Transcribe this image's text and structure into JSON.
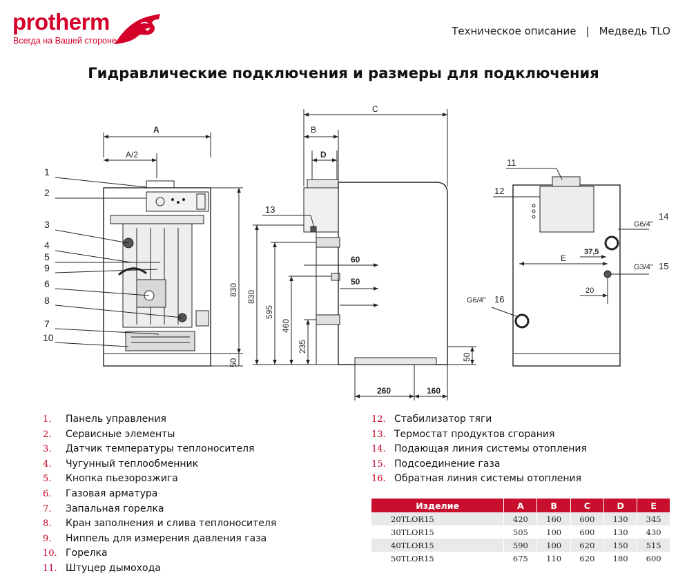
{
  "header": {
    "brand": "protherm",
    "tagline": "Всегда на Вашей стороне",
    "doc_type": "Техническое описание",
    "separator": "|",
    "product": "Медведь TLO"
  },
  "title": "Гидравлические подключения и размеры для подключения",
  "drawing": {
    "front": {
      "dim_A": "A",
      "dim_A2": "A/2",
      "dim_830": "830",
      "dim_50": "50",
      "callouts": [
        "1",
        "2",
        "3",
        "4",
        "5",
        "9",
        "6",
        "8",
        "7",
        "10"
      ]
    },
    "side": {
      "dim_C": "C",
      "dim_B": "B",
      "dim_D": "D",
      "dim_830": "830",
      "dim_595": "595",
      "dim_460": "460",
      "dim_235": "235",
      "dim_60": "60",
      "dim_50a": "50",
      "dim_50b": "50",
      "dim_260": "260",
      "dim_160": "160",
      "callout_13": "13"
    },
    "rear": {
      "callout_11": "11",
      "callout_12": "12",
      "callout_14": "14",
      "callout_15": "15",
      "callout_16": "16",
      "g64_top": "G6/4\"",
      "g34": "G3/4\"",
      "g64_bottom": "G6/4\"",
      "dim_375": "37,5",
      "dim_E": "E",
      "dim_20": "20"
    }
  },
  "legend_left": [
    {
      "num": "1.",
      "text": "Панель управления"
    },
    {
      "num": "2.",
      "text": "Сервисные элементы"
    },
    {
      "num": "3.",
      "text": "Датчик температуры теплоносителя"
    },
    {
      "num": "4.",
      "text": "Чугунный теплообменник"
    },
    {
      "num": "5.",
      "text": "Кнопка пьезорозжига"
    },
    {
      "num": "6.",
      "text": "Газовая арматура"
    },
    {
      "num": "7.",
      "text": "Запальная горелка"
    },
    {
      "num": "8.",
      "text": "Кран заполнения и слива теплоносителя"
    },
    {
      "num": "9.",
      "text": "Ниппель для измерения давления газа"
    },
    {
      "num": "10.",
      "text": "Горелка"
    },
    {
      "num": "11.",
      "text": "Штуцер дымохода"
    }
  ],
  "legend_right": [
    {
      "num": "12.",
      "text": "Стабилизатор тяги"
    },
    {
      "num": "13.",
      "text": "Термостат продуктов сгорания"
    },
    {
      "num": "14.",
      "text": "Подающая линия системы отопления"
    },
    {
      "num": "15.",
      "text": "Подсоединение газа"
    },
    {
      "num": "16.",
      "text": "Обратная линия системы отопления"
    }
  ],
  "table": {
    "headers": [
      "Изделие",
      "A",
      "B",
      "C",
      "D",
      "E"
    ],
    "rows": [
      [
        "20TLOR15",
        "420",
        "160",
        "600",
        "130",
        "345"
      ],
      [
        "30TLOR15",
        "505",
        "100",
        "600",
        "130",
        "430"
      ],
      [
        "40TLOR15",
        "590",
        "100",
        "620",
        "150",
        "515"
      ],
      [
        "50TLOR15",
        "675",
        "110",
        "620",
        "180",
        "600"
      ]
    ]
  },
  "colors": {
    "brand_red": "#d4002a",
    "table_header": "#c8102e",
    "row_stripe": "#e9e9e9"
  }
}
